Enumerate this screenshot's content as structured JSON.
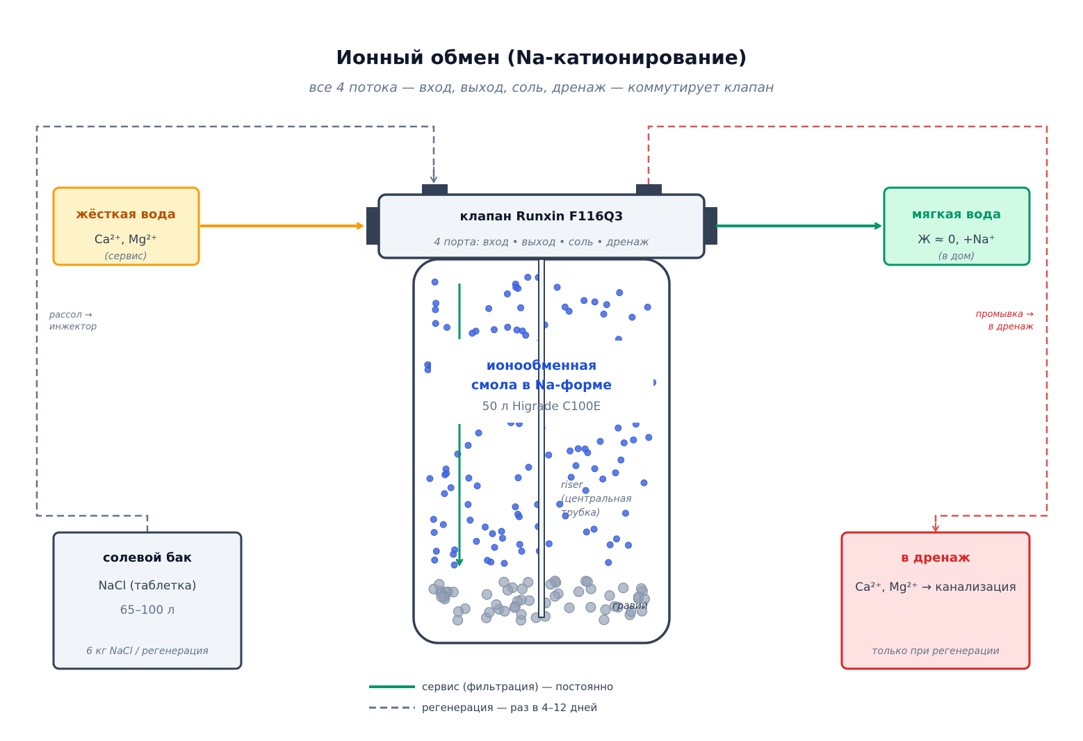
{
  "header": {
    "title": "Ионный обмен (Na-катионирование)",
    "subtitle": "все 4 потока — вход, выход, соль, дренаж — коммутирует клапан"
  },
  "colors": {
    "hard_water": "#f59e0b",
    "hard_water_fill": "#fef3c7",
    "hard_water_title": "#b45309",
    "soft_water": "#059669",
    "soft_water_fill": "#d1fae5",
    "drain": "#dc2626",
    "drain_line": "#e05252",
    "drain_fill": "#fee2e2",
    "slate": "#334155",
    "regen_line": "#64748b",
    "resin": "#4169e1",
    "resin_title": "#1d4ed8",
    "gravel": "#94a3b8"
  },
  "nodes": {
    "hard_water": {
      "title": "жёсткая вода",
      "ions": "Ca²⁺, Mg²⁺",
      "note": "(сервис)"
    },
    "valve": {
      "title": "клапан Runxin F116Q3",
      "ports": "4 порта: вход • выход • соль • дренаж"
    },
    "soft_water": {
      "title": "мягкая вода",
      "ions": "Ж ≈ 0, +Na⁺",
      "note": "(в дом)"
    },
    "tank": {
      "resin_line1": "ионообменная",
      "resin_line2": "смола в Na-форме",
      "resin_spec": "50 л Higrade C100E",
      "riser_line1": "riser",
      "riser_line2": "(центральная",
      "riser_line3": "трубка)",
      "gravel_label": "гравий"
    },
    "brine_tank": {
      "title": "солевой бак",
      "salt": "NaCl (таблетка)",
      "volume": "65–100 л",
      "note": "6 кг NaCl / регенерация"
    },
    "drain": {
      "title": "в дренаж",
      "ions": "Ca²⁺, Mg²⁺ → канализация",
      "note": "только при регенерации"
    }
  },
  "flow_labels": {
    "brine": [
      "рассол →",
      "инжектор"
    ],
    "rinse": [
      "промывка →",
      "в дренаж"
    ]
  },
  "legend": [
    {
      "style": "solid",
      "label": "сервис (фильтрация) — постоянно"
    },
    {
      "style": "dashed",
      "label": "регенерация — раз в 4–12 дней"
    }
  ]
}
